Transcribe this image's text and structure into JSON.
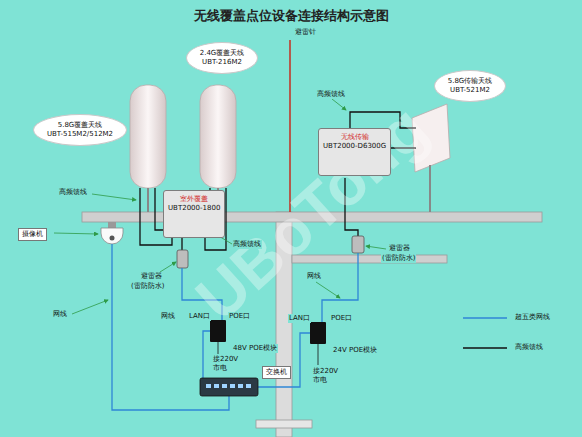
{
  "diagram": {
    "title": "无线覆盖点位设备连接结构示意图",
    "nodes": [
      {
        "text": [
          "5.8G覆盖天线",
          "UBT-515M2/512M2"
        ]
      },
      {
        "text": [
          "2.4G覆盖天线",
          "UBT-216M2"
        ]
      },
      {
        "text": [
          "5.8G传输天线",
          "UBT-521M2"
        ]
      },
      {
        "text": [
          "室外覆盖",
          "UBT2000-1800"
        ]
      },
      {
        "text": [
          "无线传输",
          "UBT2000-D6300G"
        ]
      },
      {
        "text": [
          "摄像机"
        ]
      },
      {
        "text": [
          "交换机"
        ]
      }
    ],
    "labels": [
      "避雷针",
      "高频馈线",
      "高频馈线",
      "高频馈线",
      "避雷器",
      "(雷防防水)",
      "避雷器",
      "(雷防防水)",
      "网线",
      "网线",
      "网线",
      "LAN口",
      "POE口",
      "48V POE模块",
      "接220V 市电",
      "LAN口",
      "POE口",
      "24V POE模块",
      "接220V 市电",
      "UBoTong"
    ],
    "legend": [
      {
        "text": "超五类网线"
      },
      {
        "text": "高频馈线"
      }
    ]
  }
}
